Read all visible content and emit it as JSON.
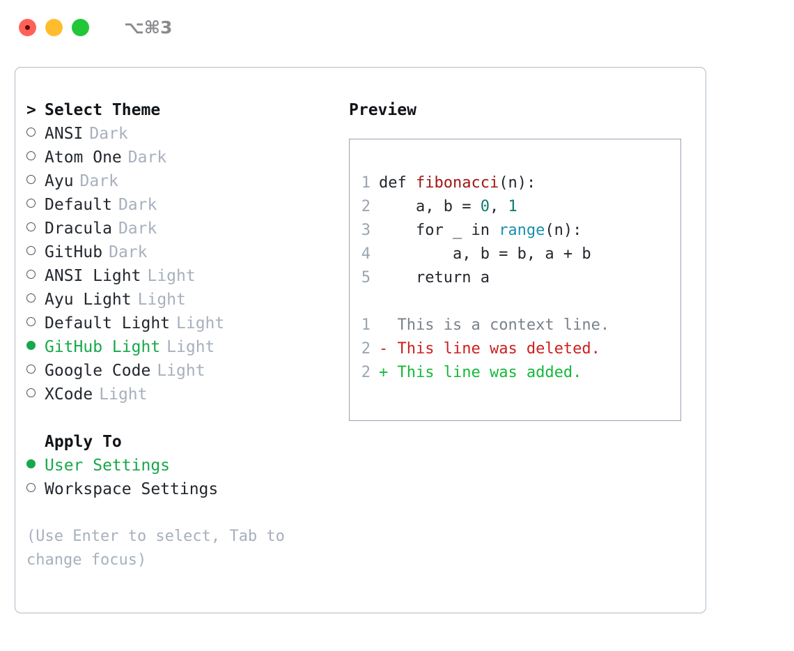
{
  "titlebar": {
    "shortcut": "⌥⌘3",
    "lights": [
      "close",
      "minimize",
      "zoom"
    ]
  },
  "theme_picker": {
    "caret": ">",
    "header": "Select Theme",
    "focused": true,
    "bullet_on": "●",
    "bullet_off": "○",
    "selected_color": "#17a84a",
    "options": [
      {
        "label": "ANSI",
        "suffix": "Dark",
        "selected": false
      },
      {
        "label": "Atom One",
        "suffix": "Dark",
        "selected": false
      },
      {
        "label": "Ayu",
        "suffix": "Dark",
        "selected": false
      },
      {
        "label": "Default",
        "suffix": "Dark",
        "selected": false
      },
      {
        "label": "Dracula",
        "suffix": "Dark",
        "selected": false
      },
      {
        "label": "GitHub",
        "suffix": "Dark",
        "selected": false
      },
      {
        "label": "ANSI Light",
        "suffix": "Light",
        "selected": false
      },
      {
        "label": "Ayu Light",
        "suffix": "Light",
        "selected": false
      },
      {
        "label": "Default Light",
        "suffix": "Light",
        "selected": false
      },
      {
        "label": "GitHub Light",
        "suffix": "Light",
        "selected": true
      },
      {
        "label": "Google Code",
        "suffix": "Light",
        "selected": false
      },
      {
        "label": "XCode",
        "suffix": "Light",
        "selected": false
      }
    ]
  },
  "apply_to": {
    "header": "Apply To",
    "focused": false,
    "options": [
      {
        "label": "User Settings",
        "selected": true
      },
      {
        "label": "Workspace Settings",
        "selected": false
      }
    ]
  },
  "hint": "(Use Enter to select, Tab to change focus)",
  "preview": {
    "title": "Preview",
    "code_lines": [
      {
        "num": "1",
        "tokens": [
          {
            "t": "def ",
            "k": "plain"
          },
          {
            "t": "fibonacci",
            "k": "fn"
          },
          {
            "t": "(n):",
            "k": "plain"
          }
        ]
      },
      {
        "num": "2",
        "tokens": [
          {
            "t": "    a, b = ",
            "k": "plain"
          },
          {
            "t": "0",
            "k": "num"
          },
          {
            "t": ", ",
            "k": "plain"
          },
          {
            "t": "1",
            "k": "num"
          }
        ]
      },
      {
        "num": "3",
        "tokens": [
          {
            "t": "    for _ in ",
            "k": "plain"
          },
          {
            "t": "range",
            "k": "call"
          },
          {
            "t": "(n):",
            "k": "plain"
          }
        ]
      },
      {
        "num": "4",
        "tokens": [
          {
            "t": "        a, b = b, a + b",
            "k": "plain"
          }
        ]
      },
      {
        "num": "5",
        "tokens": [
          {
            "t": "    return a",
            "k": "plain"
          }
        ]
      }
    ],
    "diff_lines": [
      {
        "num": "1",
        "marker": "  ",
        "text": "This is a context line.",
        "kind": "context"
      },
      {
        "num": "2",
        "marker": "- ",
        "text": "This line was deleted.",
        "kind": "deleted"
      },
      {
        "num": "2",
        "marker": "+ ",
        "text": "This line was added.",
        "kind": "added"
      }
    ],
    "colors": {
      "function": "#a31515",
      "number": "#0f7a6c",
      "call": "#1a8fb0",
      "context": "#7a828c",
      "deleted": "#cc1f1f",
      "added": "#16b83a"
    }
  }
}
